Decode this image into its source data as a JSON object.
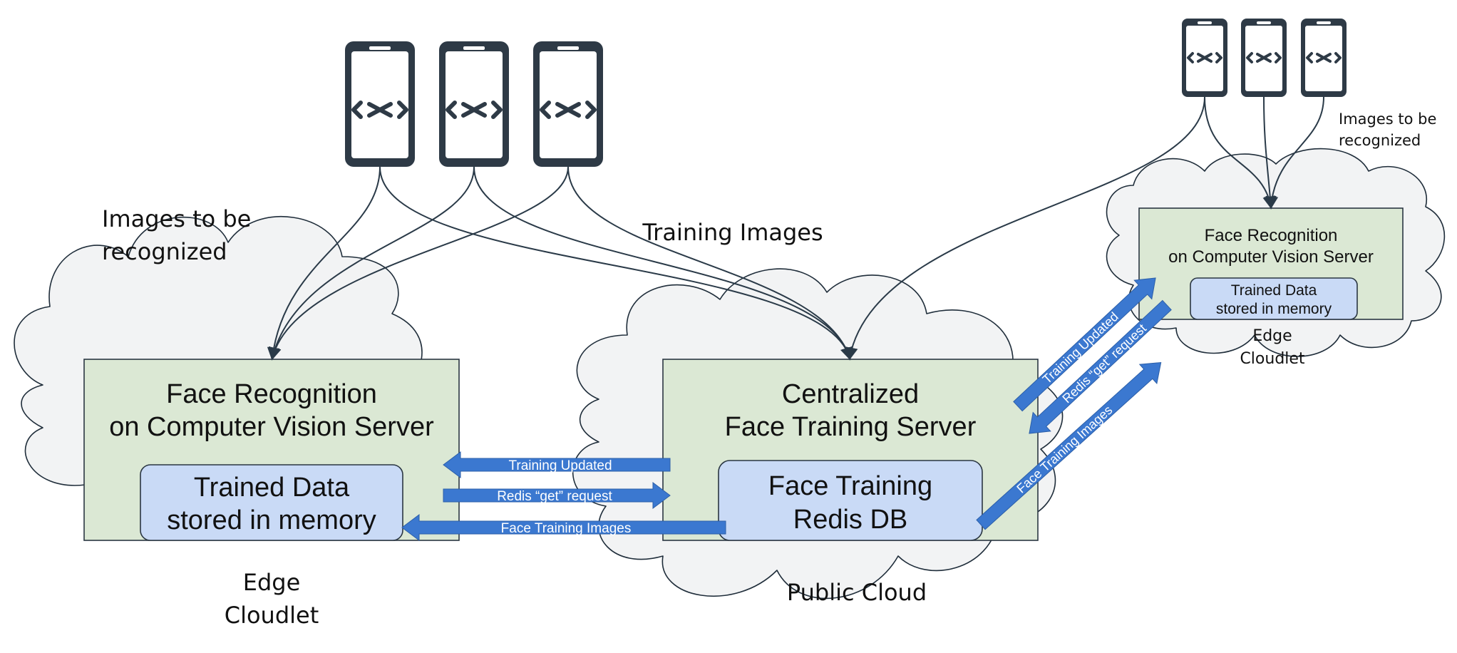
{
  "diagram": {
    "left_cloud": {
      "server_line1": "Face Recognition",
      "server_line2": "on Computer Vision Server",
      "memory_line1": "Trained Data",
      "memory_line2": "stored in memory",
      "cloud_line1": "Edge",
      "cloud_line2": "Cloudlet",
      "images_line1": "Images to be",
      "images_line2": "recognized"
    },
    "center_cloud": {
      "server_line1": "Centralized",
      "server_line2": "Face Training Server",
      "db_line1": "Face Training",
      "db_line2": "Redis DB",
      "cloud_label": "Public Cloud",
      "training_images_label": "Training Images"
    },
    "right_cloud": {
      "server_line1": "Face Recognition",
      "server_line2": "on Computer Vision Server",
      "memory_line1": "Trained Data",
      "memory_line2": "stored in memory",
      "cloud_line1": "Edge",
      "cloud_line2": "Cloudlet",
      "images_line1": "Images to be",
      "images_line2": "recognized"
    },
    "arrows": {
      "training_updated": "Training Updated",
      "redis_get": "Redis “get” request",
      "face_training_images": "Face Training Images",
      "diag_training_updated": "Training Updated",
      "diag_redis_get": "Redis “get” request",
      "diag_face_training_images": "Face Training Images"
    },
    "colors": {
      "server_fill": "#dbe8d4",
      "memory_fill": "#c9daf6",
      "arrow_fill": "#3b78d0",
      "cloud_fill": "#f2f3f4"
    },
    "icons": [
      "mobile-device-icon",
      "code-brackets-icon"
    ]
  }
}
